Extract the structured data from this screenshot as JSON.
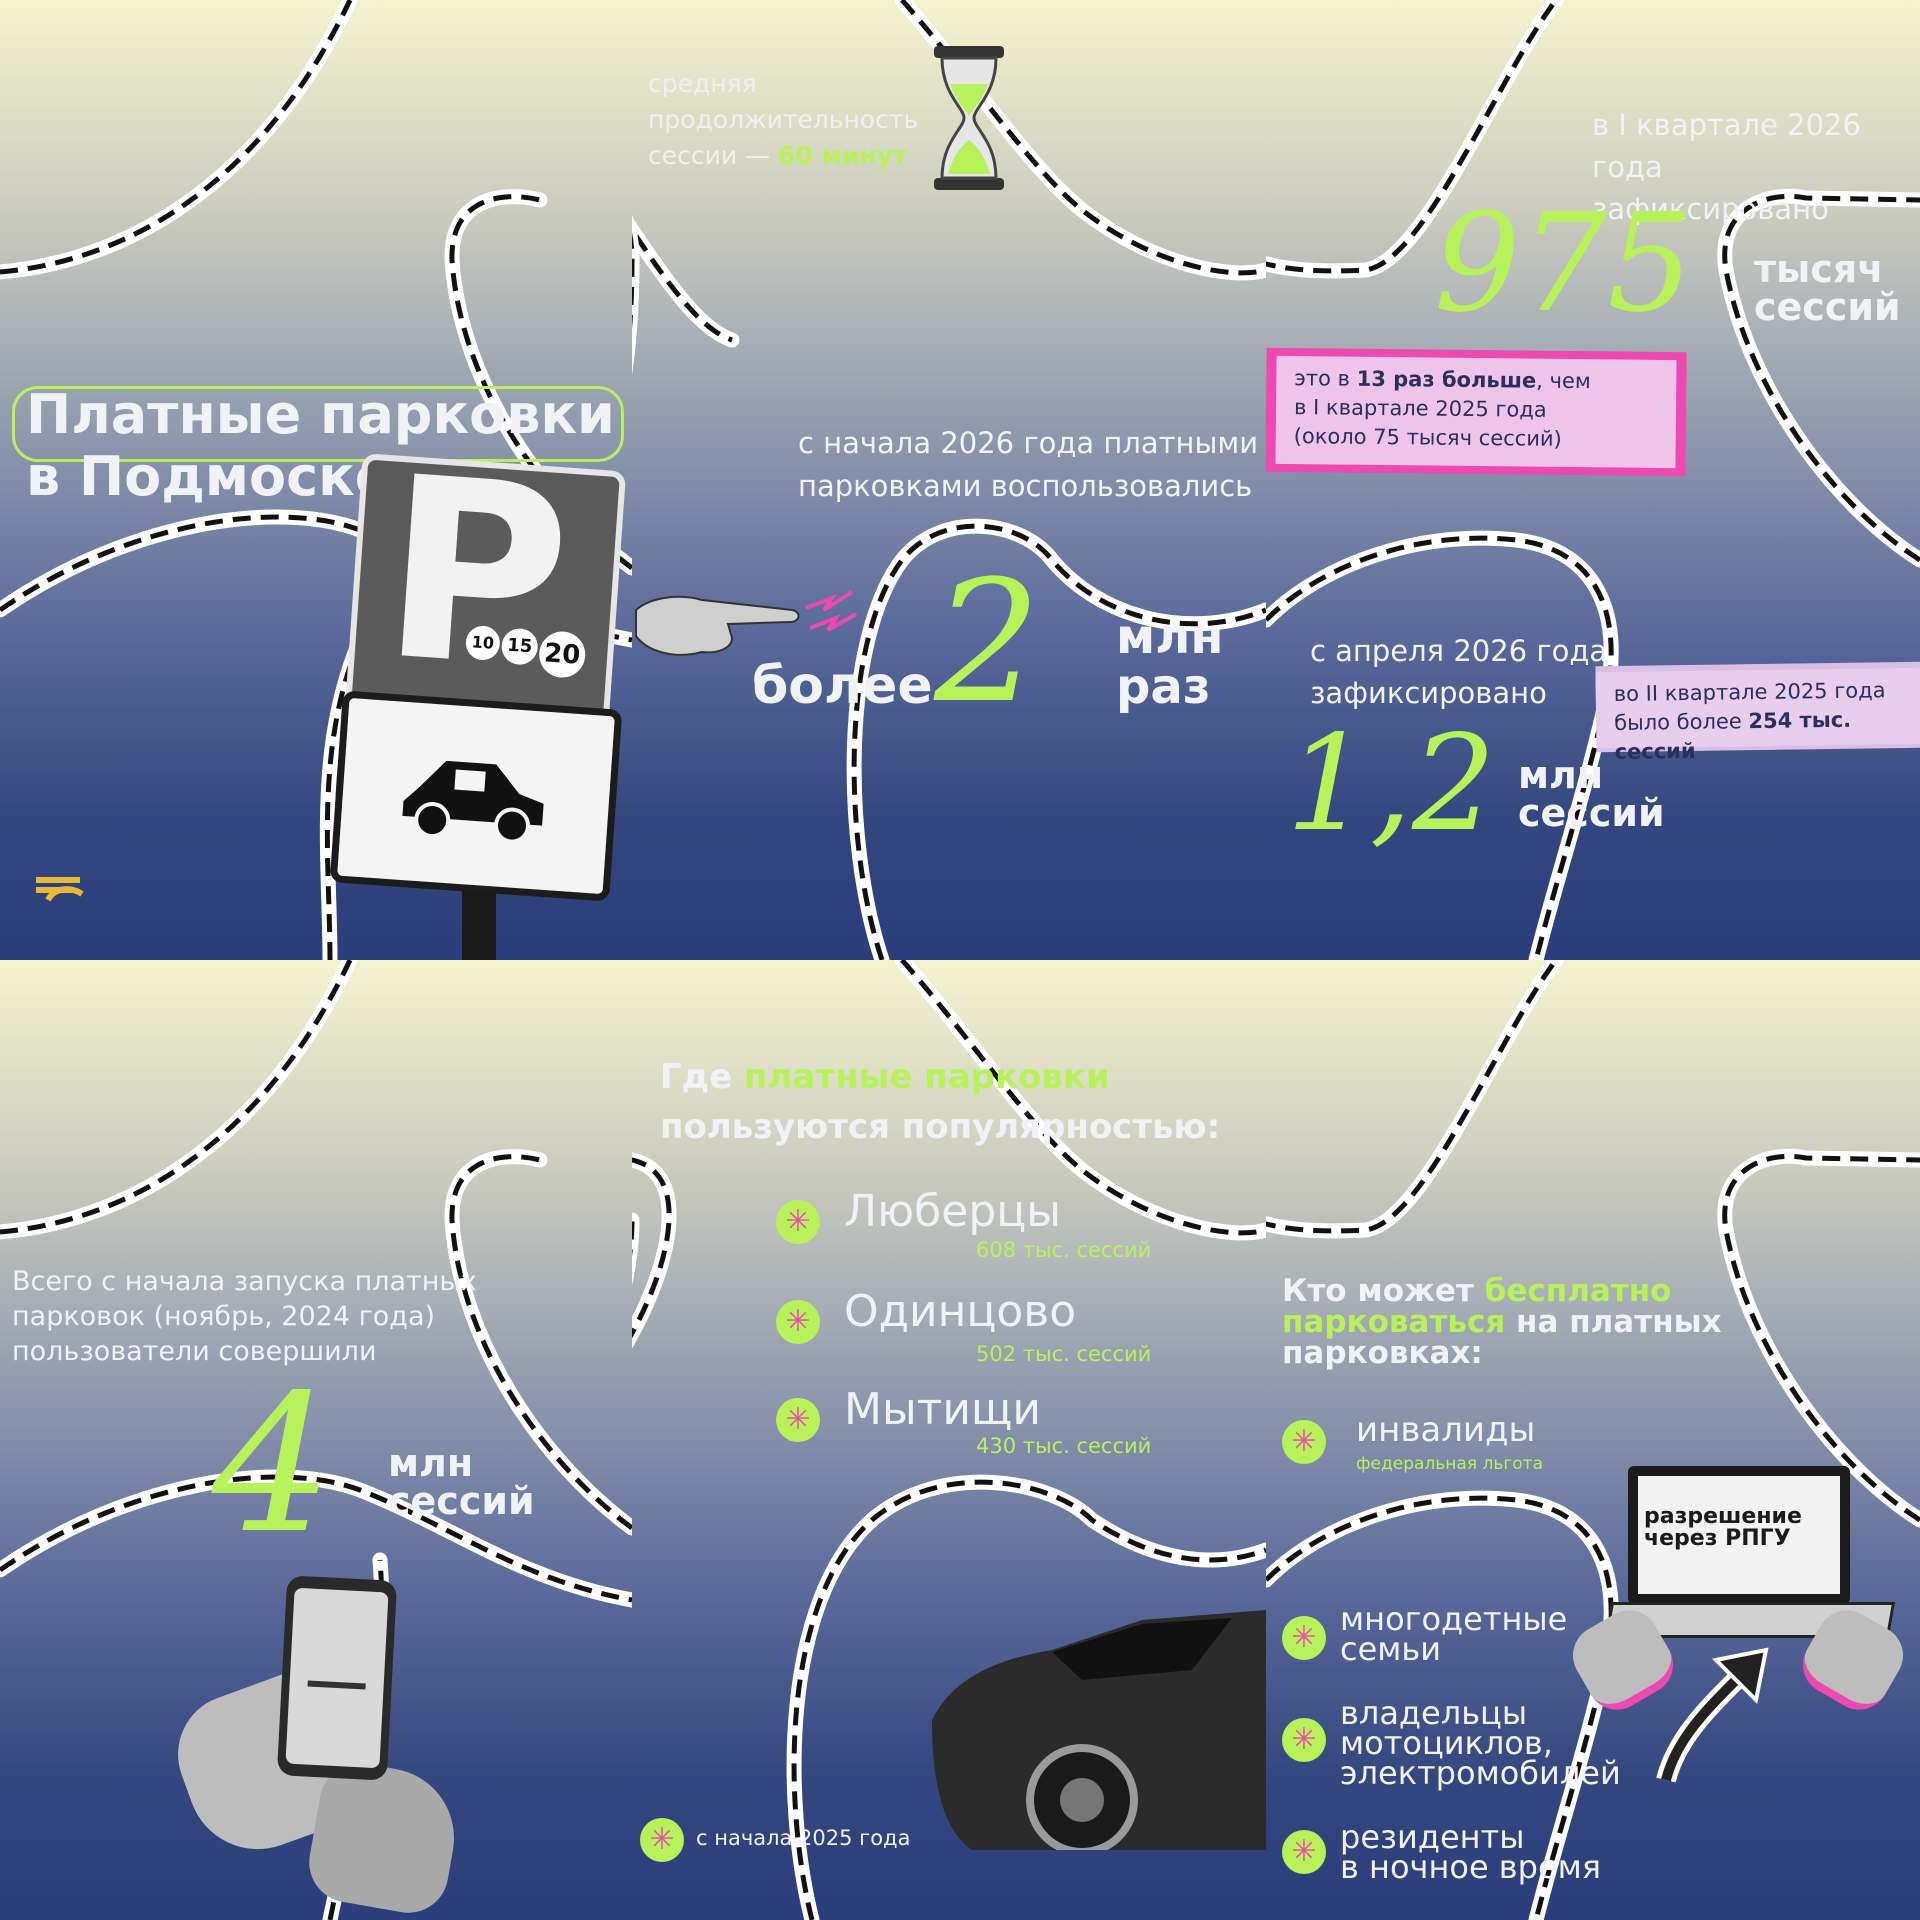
{
  "title": {
    "line1": "Платные парковки",
    "line2": "в Подмосковье"
  },
  "sign": {
    "letter": "P",
    "numbers": [
      "10",
      "15",
      "20"
    ]
  },
  "duration": {
    "line1": "средняя",
    "line2": "продолжительность",
    "line3": "сессии —",
    "value": "60 минут"
  },
  "since_2026": {
    "line1": "с начала 2026 года платными",
    "line2": "парковками воспользовались",
    "prefix": "более",
    "number": "2",
    "unit1": "млн",
    "unit2": "раз"
  },
  "q1": {
    "line1": "в I квартале 2026 года",
    "line2": "зафиксировано",
    "number": "975",
    "unit1": "тысяч",
    "unit2": "сессий"
  },
  "q1_note": {
    "line1_pre": "это в ",
    "line1_bold": "13 раз больше",
    "line1_post": ", чем",
    "line2": "в I квартале 2025 года",
    "line3": "(около 75 тысяч сессий)"
  },
  "april": {
    "line1": "с апреля 2026 года",
    "line2": "зафиксировано",
    "number": "1,2",
    "unit1": "млн",
    "unit2": "сессий"
  },
  "q2_note": {
    "line1": "во II квартале 2025 года",
    "line2_pre": "было более ",
    "line2_bold": "254 тыс. сессий"
  },
  "total": {
    "line1": "Всего с начала запуска платных",
    "line2": "парковок (ноябрь, 2024 года)",
    "line3": "пользователи совершили",
    "number": "4",
    "unit1": "млн",
    "unit2": "сессий"
  },
  "popular": {
    "title_pre": "Где ",
    "title_green": "платные парковки",
    "title_line2": "пользуются популярностью:",
    "cities": [
      {
        "name": "Люберцы",
        "sessions": "608 тыс. сессий"
      },
      {
        "name": "Одинцово",
        "sessions": "502 тыс. сессий"
      },
      {
        "name": "Мытищи",
        "sessions": "430 тыс. сессий"
      }
    ],
    "footnote": "с начала 2025 года"
  },
  "free": {
    "title_pre": "Кто может ",
    "title_green1": "бесплатно",
    "title_green2": "парковаться",
    "title_post": " на платных",
    "title_line3": "парковках:",
    "items": [
      {
        "label": "инвалиды",
        "note": "федеральная льгота"
      },
      {
        "line1": "многодетные",
        "line2": "семьи"
      },
      {
        "line1": "владельцы",
        "line2": "мотоциклов,",
        "line3": "электромобилей"
      },
      {
        "line1": "резиденты",
        "line2": "в ночное время"
      }
    ],
    "laptop_line1": "разрешение",
    "laptop_line2": "через РПГУ"
  },
  "colors": {
    "accent_green": "#b7f25b",
    "accent_pink": "#ec4ab0",
    "tape_paper": "#efc4ea",
    "navy": "#2b3d7c"
  }
}
